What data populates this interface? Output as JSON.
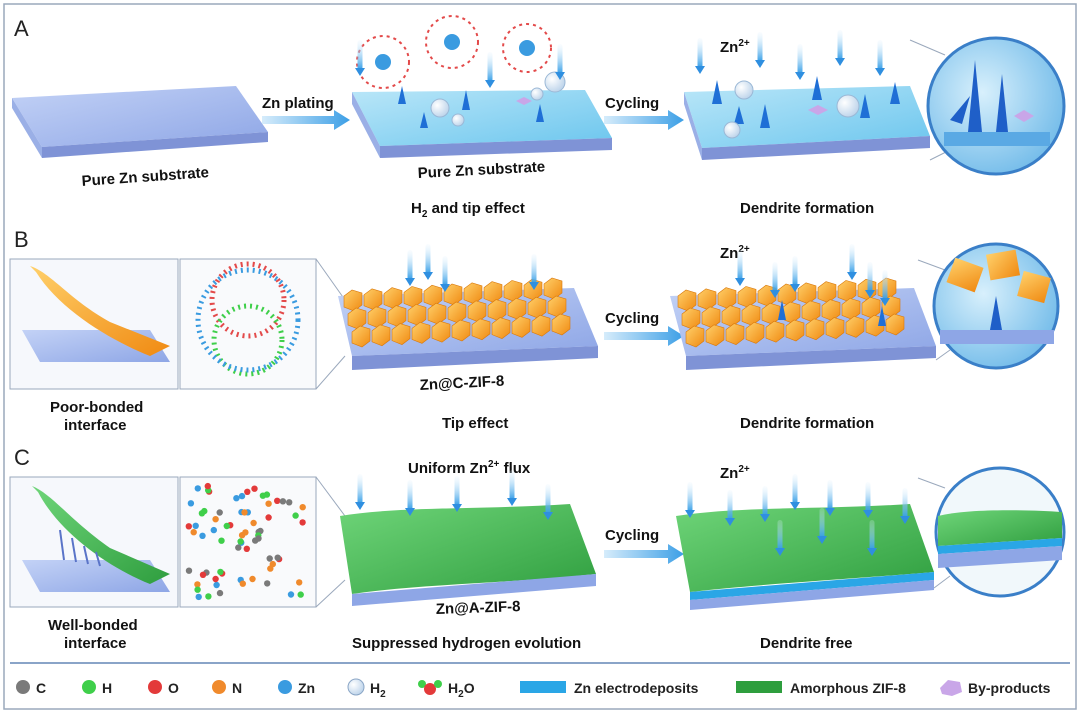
{
  "panels": {
    "A": {
      "letter": "A",
      "substrate_label_1": "Pure Zn substrate",
      "arrow_1": "Zn plating",
      "substrate_label_2": "Pure Zn substrate",
      "caption_1_main": "H",
      "caption_1_sub": "2",
      "caption_1_rest": " and tip effect",
      "arrow_2": "Cycling",
      "ion_label": "Zn",
      "ion_sup": "2+",
      "caption_2": "Dendrite formation"
    },
    "B": {
      "letter": "B",
      "interface_label_1": "Poor-bonded",
      "interface_label_2": "interface",
      "substrate_label": "Zn@C-ZIF-8",
      "caption_1": "Tip effect",
      "arrow": "Cycling",
      "ion_label": "Zn",
      "ion_sup": "2+",
      "caption_2": "Dendrite formation"
    },
    "C": {
      "letter": "C",
      "interface_label_1": "Well-bonded",
      "interface_label_2": "interface",
      "flux_label": "Uniform Zn",
      "flux_sup": "2+",
      "flux_rest": " flux",
      "substrate_label": "Zn@A-ZIF-8",
      "caption_1": "Suppressed hydrogen evolution",
      "arrow": "Cycling",
      "ion_label": "Zn",
      "ion_sup": "2+",
      "caption_2": "Dendrite free"
    }
  },
  "legend": {
    "items": [
      {
        "label": "C",
        "icon": "carbon-atom-icon",
        "color": "#7a7a7a"
      },
      {
        "label": "H",
        "icon": "hydrogen-atom-icon",
        "color": "#3fcf4a"
      },
      {
        "label": "O",
        "icon": "oxygen-atom-icon",
        "color": "#e33a3a"
      },
      {
        "label": "N",
        "icon": "nitrogen-atom-icon",
        "color": "#f08a2c"
      },
      {
        "label": "Zn",
        "icon": "zinc-atom-icon",
        "color": "#3a9be0"
      },
      {
        "label": "H",
        "sub": "2",
        "icon": "hydrogen-bubble-icon",
        "color": "#cfe0f2"
      },
      {
        "label": "H",
        "sub": "2",
        "rest": "O",
        "icon": "water-molecule-icon",
        "color": "#e33a3a"
      },
      {
        "label": "Zn electrodeposits",
        "icon": "zn-electrodeposit-swatch",
        "color": "#2aa6e6"
      },
      {
        "label": "Amorphous ZIF-8",
        "icon": "amorphous-zif8-swatch",
        "color": "#2e9e3e"
      },
      {
        "label": "By-products",
        "icon": "byproduct-hexagon-icon",
        "color": "#c9a6e8"
      }
    ]
  },
  "colors": {
    "substrate_top": "#a9bff0",
    "substrate_side": "#7f95d8",
    "electrolyte": "#8fd4f2",
    "zif_crystal": "#f7a51c",
    "amorphous_zif": "#4cc25a",
    "arrow": "#4aa8e8",
    "frame": "#8aa4c8"
  }
}
